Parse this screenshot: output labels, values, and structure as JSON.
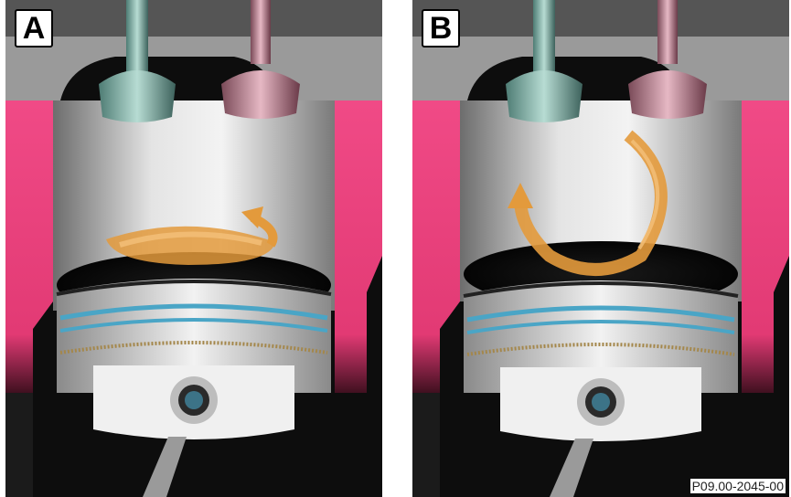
{
  "panels": [
    {
      "label": "A",
      "swirl": "tumble-horizontal"
    },
    {
      "label": "B",
      "swirl": "tumble-vertical"
    }
  ],
  "reference_code": "P09.00-2045-00",
  "colors": {
    "background": "#0d0d0d",
    "cylinder_wall": "#e8437a",
    "cylinder_bore": "#c9c9c9",
    "valve_intake": "#8fb8b0",
    "valve_exhaust": "#c98a9a",
    "swirl_arrow": "#e39a3c",
    "piston": "#d6d6d6",
    "ring": "#4aa5c6"
  }
}
